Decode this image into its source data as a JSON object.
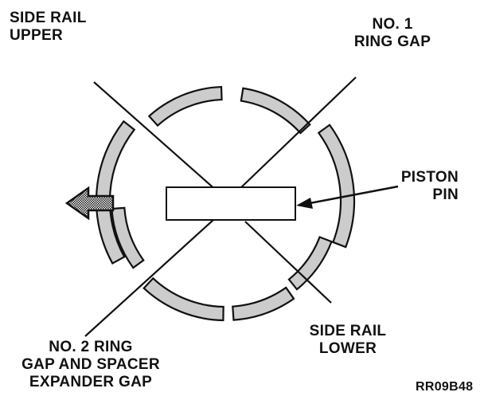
{
  "labels": {
    "side_rail_upper": [
      "SIDE RAIL",
      "UPPER"
    ],
    "no1_ring_gap": [
      "NO. 1",
      "RING GAP"
    ],
    "piston_pin": [
      "PISTON",
      "PIN"
    ],
    "no2_ring_gap": [
      "NO. 2 RING",
      "GAP AND SPACER",
      "EXPANDER GAP"
    ],
    "side_rail_lower": [
      "SIDE RAIL",
      "LOWER"
    ],
    "figure_code": "RR09B48"
  },
  "colors": {
    "ink": "#111111",
    "segment_fill": "#cccccc",
    "background": "#ffffff"
  },
  "icons": {
    "direction_arrow": "left-arrow-icon"
  }
}
